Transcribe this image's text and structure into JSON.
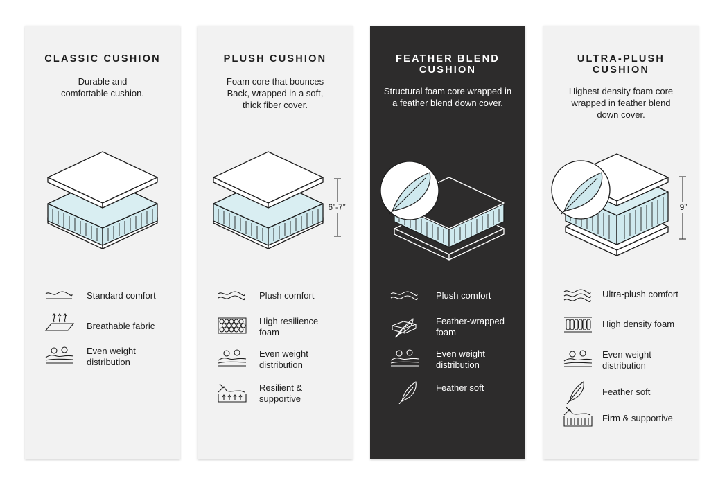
{
  "colors": {
    "card_bg": "#f2f2f2",
    "dark_card_bg": "#2d2c2c",
    "foam": "#cfe9ee",
    "ink": "#1d1d1d"
  },
  "cards": [
    {
      "title": "CLASSIC CUSHION",
      "description": "Durable and\ncomfortable cushion.",
      "features": [
        {
          "icon": "wave-icon",
          "label": "Standard comfort"
        },
        {
          "icon": "breathable-fabric-icon",
          "label": "Breathable fabric"
        },
        {
          "icon": "weight-distribution-icon",
          "label": "Even weight\ndistribution"
        }
      ]
    },
    {
      "title": "PLUSH CUSHION",
      "description": "Foam core that bounces\nBack, wrapped in a soft,\nthick fiber cover.",
      "dimension": "6”-7”",
      "features": [
        {
          "icon": "double-wave-icon",
          "label": "Plush comfort"
        },
        {
          "icon": "honeycomb-foam-icon",
          "label": "High resilience\nfoam"
        },
        {
          "icon": "weight-distribution-icon",
          "label": "Even weight\ndistribution"
        },
        {
          "icon": "resilient-hand-icon",
          "label": "Resilient &\nsupportive"
        }
      ]
    },
    {
      "title": "FEATHER BLEND\nCUSHION",
      "description": "Structural foam core wrapped in\na feather blend down cover.",
      "features": [
        {
          "icon": "double-wave-icon",
          "label": "Plush comfort"
        },
        {
          "icon": "feather-wrapped-foam-icon",
          "label": "Feather-wrapped\nfoam"
        },
        {
          "icon": "weight-distribution-icon",
          "label": "Even weight\ndistribution"
        },
        {
          "icon": "feather-icon",
          "label": "Feather soft"
        }
      ]
    },
    {
      "title": "ULTRA-PLUSH\nCUSHION",
      "description": "Highest density foam core\nwrapped in feather blend\ndown cover.",
      "dimension": "9”",
      "features": [
        {
          "icon": "triple-wave-icon",
          "label": "Ultra-plush comfort"
        },
        {
          "icon": "high-density-foam-icon",
          "label": "High density foam"
        },
        {
          "icon": "weight-distribution-icon",
          "label": "Even weight\ndistribution"
        },
        {
          "icon": "feather-icon",
          "label": "Feather soft"
        },
        {
          "icon": "firm-hand-icon",
          "label": "Firm & supportive"
        }
      ]
    }
  ]
}
